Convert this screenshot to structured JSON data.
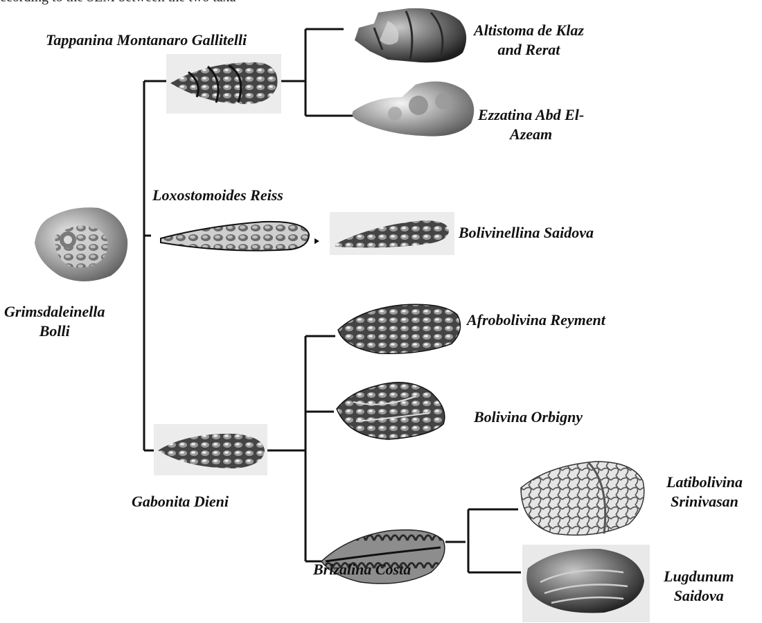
{
  "caption_fragment": "ccording to the SEM between the two taxa",
  "taxa": {
    "grimsdaleinella": {
      "line1": "Grimsdaleinella",
      "line2": "Bolli"
    },
    "tappanina": {
      "line1": "Tappanina Montanaro Gallitelli"
    },
    "altistoma": {
      "line1": "Altistoma de Klaz",
      "line2": "and Rerat"
    },
    "ezzatina": {
      "line1": "Ezzatina Abd El-",
      "line2": "Azeam"
    },
    "loxostomoides": {
      "line1": "Loxostomoides Reiss"
    },
    "bolivinellina": {
      "line1": "Bolivinellina Saidova"
    },
    "afrobolivina": {
      "line1": "Afrobolivina Reyment"
    },
    "bolivina": {
      "line1": "Bolivina Orbigny"
    },
    "gabonita": {
      "line1": "Gabonita Dieni"
    },
    "brizalina": {
      "line1": "Brizalina Costa"
    },
    "latibolivina": {
      "line1": "Latibolivina",
      "line2": "Srinivasan"
    },
    "lugdunum": {
      "line1": "Lugdunum",
      "line2": "Saidova"
    }
  }
}
